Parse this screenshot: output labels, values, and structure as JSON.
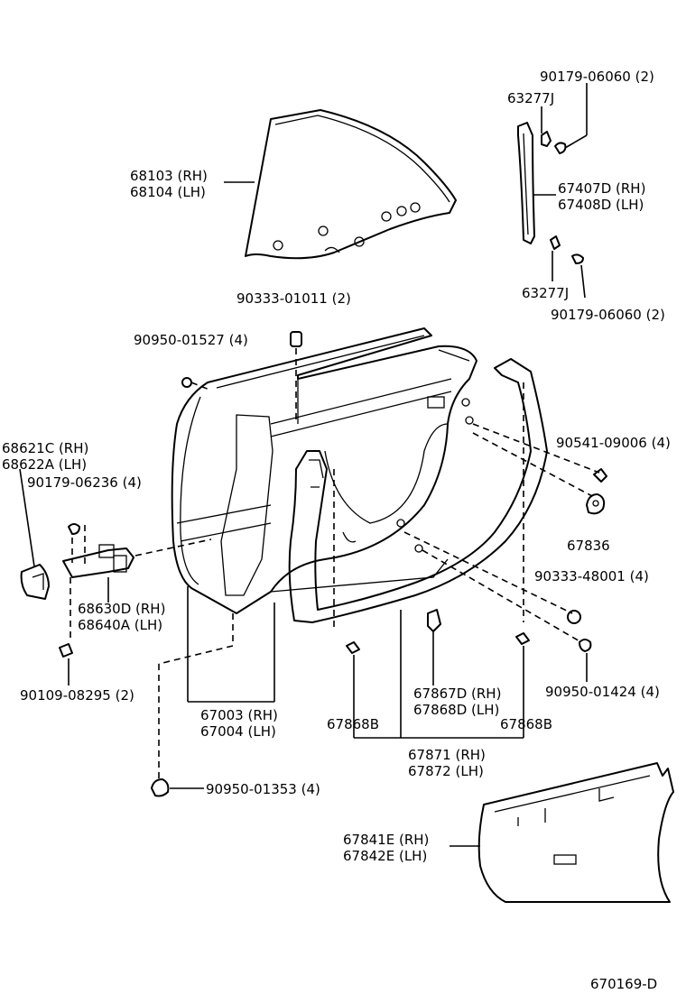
{
  "labels": {
    "glass_rh": "68103 (RH)",
    "glass_lh": "68104 (LH)",
    "bolt_top": "90179-06060 (2)",
    "clip_top": "63277J",
    "channel_rh": "67407D (RH)",
    "channel_lh": "67408D (LH)",
    "clip_bottom": "63277J",
    "bolt_bottom": "90179-06060 (2)",
    "plug_top": "90333-01011 (2)",
    "plug_left": "90950-01527 (4)",
    "cover_rh": "68621C (RH)",
    "cover_lh": "68622A (LH)",
    "bolt_check": "90179-06236 (4)",
    "check_rh": "68630D (RH)",
    "check_lh": "68640A (LH)",
    "bolt_lower": "90109-08295 (2)",
    "door_rh": "67003 (RH)",
    "door_lh": "67004 (LH)",
    "nut_right": "90541-09006 (4)",
    "grommet": "67836",
    "plug_right": "90333-48001 (4)",
    "plug_right_lower": "90950-01424 (4)",
    "clip_weather_rh": "67867D (RH)",
    "clip_weather_lh": "67868D (LH)",
    "clip_left": "67868B",
    "clip_right": "67868B",
    "weatherstrip_rh": "67871 (RH)",
    "weatherstrip_lh": "67872 (LH)",
    "plug_bottom": "90950-01353 (4)",
    "sheet_rh": "67841E (RH)",
    "sheet_lh": "67842E (LH)",
    "figure_id": "670169-D"
  }
}
